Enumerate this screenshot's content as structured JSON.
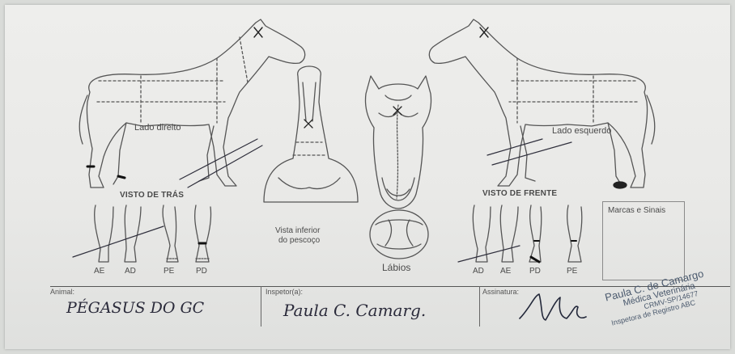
{
  "diagram_labels": {
    "lado_direito": "Lado direito",
    "lado_esquerdo": "Lado esquerdo",
    "visto_de_tras": "VISTO DE TRÁS",
    "visto_de_frente": "VISTO DE FRENTE",
    "vista_inferior_line1": "Vista inferior",
    "vista_inferior_line2": "do pescoço",
    "labios": "Lábios",
    "marcas_e_sinais": "Marcas e Sinais",
    "rear_legs": [
      "AE",
      "AD",
      "PE",
      "PD"
    ],
    "front_legs": [
      "AD",
      "AE",
      "PD",
      "PE"
    ]
  },
  "footer": {
    "animal_label": "Animal:",
    "animal_value": "PÉGASUS DO GC",
    "inspetor_label": "Inspetor(a):",
    "inspetor_value": "Paula C. Camarg.",
    "assinatura_label": "Assinatura:"
  },
  "stamp": {
    "line1": "Paula C. de Camargo",
    "line2": "Médica Veterinária",
    "line3": "CRMV-SP/14677",
    "line4": "Inspetora de Registro ABC"
  }
}
